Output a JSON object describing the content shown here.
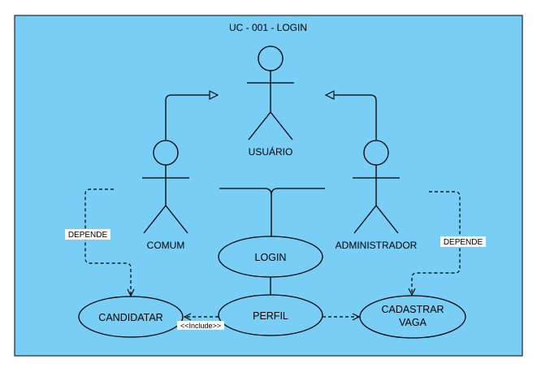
{
  "diagram": {
    "title": "UC - 001 - LOGIN",
    "actors": {
      "usuario": "USUÁRIO",
      "comum": "COMUM",
      "administrador": "ADMINISTRADOR"
    },
    "use_cases": {
      "login": "LOGIN",
      "perfil": "PERFIL",
      "candidatar": "CANDIDATAR",
      "cadastrar_vaga_line1": "CADASTRAR",
      "cadastrar_vaga_line2": "VAGA"
    },
    "relations": {
      "depende_left": "DEPENDE",
      "depende_right": "DEPENDE",
      "include": "<<Include>>"
    },
    "colors": {
      "background": "#78cef5",
      "border": "#1b2a3a",
      "line": "#000000"
    }
  }
}
